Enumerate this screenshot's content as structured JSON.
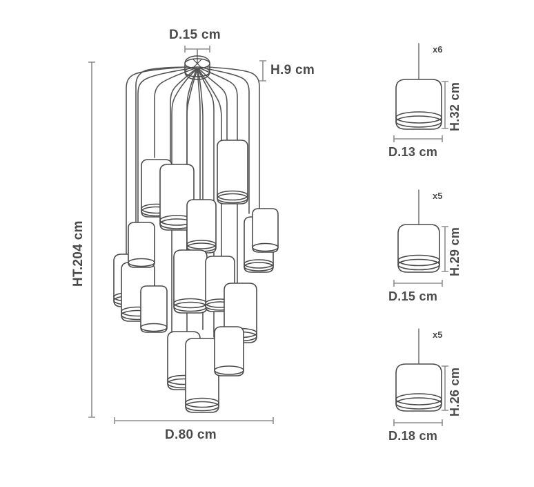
{
  "drawing": {
    "type": "technical-dimension-drawing",
    "subject": "Multi-pendant cluster chandelier",
    "background_color": "#ffffff",
    "line_color": "#4a4a4a",
    "dimension_line_color": "#8a8a8a",
    "text_color": "#4a4a4a"
  },
  "main_figure": {
    "name": "chandelier-assembly",
    "dimensions": {
      "canopy_diameter": "D.15 cm",
      "canopy_height": "H.9 cm",
      "total_height": "HT.204 cm",
      "overall_diameter": "D.80 cm"
    },
    "pendant_count": 16
  },
  "variants": [
    {
      "id": "variant-1",
      "quantity": "x6",
      "height": "H.32 cm",
      "diameter": "D.13 cm"
    },
    {
      "id": "variant-2",
      "quantity": "x5",
      "height": "H.29 cm",
      "diameter": "D.15 cm"
    },
    {
      "id": "variant-3",
      "quantity": "x5",
      "height": "H.26 cm",
      "diameter": "D.18 cm"
    }
  ]
}
